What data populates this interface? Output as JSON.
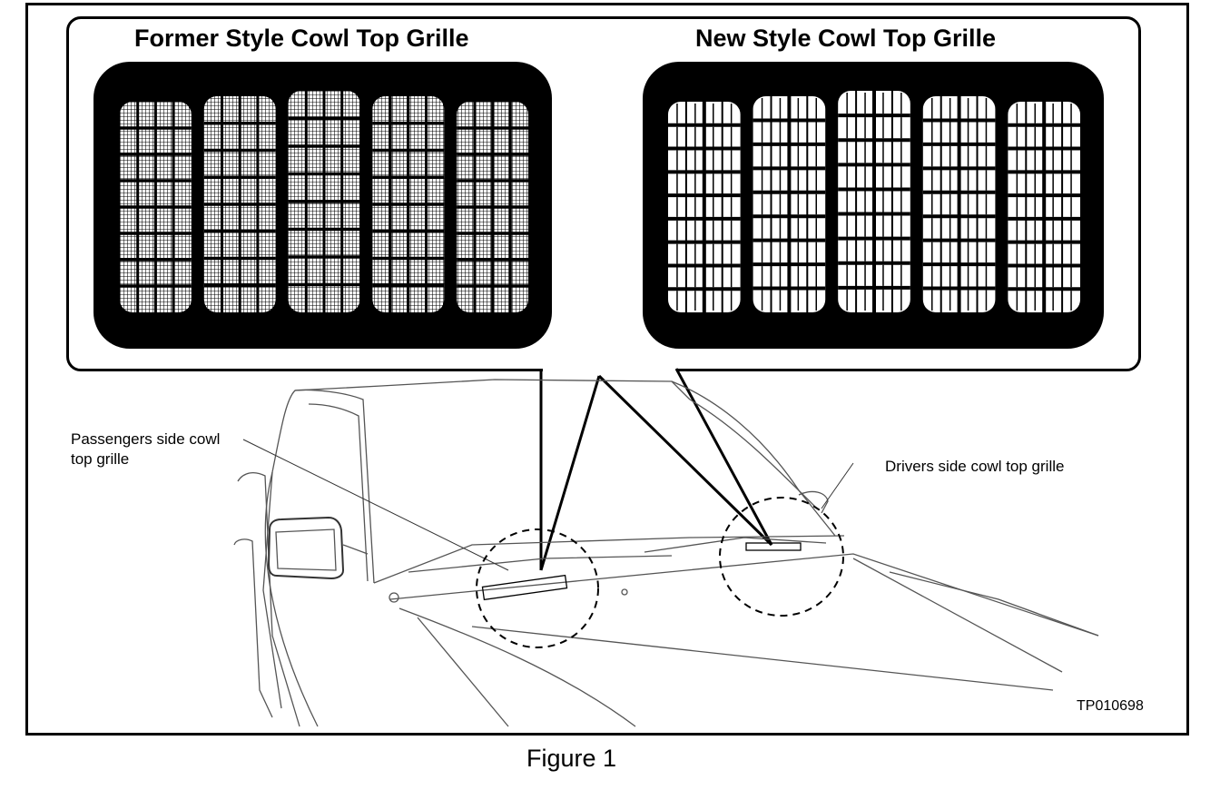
{
  "figure": {
    "former_title": "Former Style Cowl Top Grille",
    "new_title": "New Style Cowl Top Grille",
    "passenger_label": "Passengers side cowl top grille",
    "driver_label": "Drivers side cowl top grille",
    "code": "TP010698",
    "caption": "Figure 1"
  },
  "grilles": {
    "former": {
      "slots": 5,
      "rows": 8,
      "style": "fine-mesh"
    },
    "new": {
      "slots": 5,
      "rows": 9,
      "style": "open-grid"
    }
  },
  "colors": {
    "ink": "#000000",
    "paper": "#ffffff",
    "line_art": "#555555"
  }
}
